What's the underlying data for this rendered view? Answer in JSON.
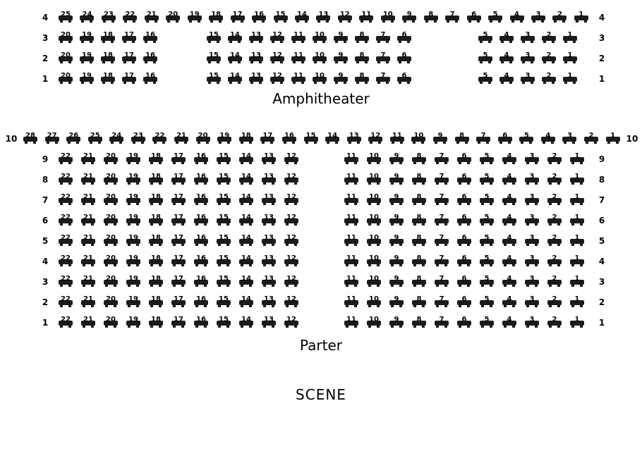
{
  "page": {
    "background_color": "#ffffff",
    "seat_color": "#1b1b1b",
    "text_color": "#000000"
  },
  "scene": {
    "label": "SCENE"
  },
  "sections": [
    {
      "id": "amphitheater",
      "title": "Amphitheater",
      "rows": [
        {
          "label": "4",
          "blocks": [
            [
              25,
              24,
              23,
              22,
              21,
              20,
              19,
              18,
              17,
              16,
              15,
              14,
              13,
              12,
              11,
              10,
              9,
              8,
              7,
              6,
              5,
              4,
              3,
              2,
              1
            ]
          ]
        },
        {
          "label": "3",
          "blocks": [
            [
              20,
              19,
              18,
              17,
              16
            ],
            [
              15,
              14,
              13,
              12,
              11,
              10,
              9,
              8,
              7,
              6
            ],
            [
              5,
              4,
              3,
              2,
              1
            ]
          ]
        },
        {
          "label": "2",
          "blocks": [
            [
              20,
              19,
              18,
              17,
              16
            ],
            [
              15,
              14,
              13,
              12,
              11,
              10,
              9,
              8,
              7,
              6
            ],
            [
              5,
              4,
              3,
              2,
              1
            ]
          ]
        },
        {
          "label": "1",
          "blocks": [
            [
              20,
              19,
              18,
              17,
              16
            ],
            [
              15,
              14,
              13,
              12,
              11,
              10,
              9,
              8,
              7,
              6
            ],
            [
              5,
              4,
              3,
              2,
              1
            ]
          ]
        }
      ]
    },
    {
      "id": "parter",
      "title": "Parter",
      "rows": [
        {
          "label": "10",
          "blocks": [
            [
              28,
              27,
              26,
              25,
              24,
              23,
              22,
              21,
              20,
              19,
              18,
              17,
              16,
              15,
              14,
              13,
              12,
              11,
              10,
              9,
              8,
              7,
              6,
              5,
              4,
              3,
              2,
              1
            ]
          ]
        },
        {
          "label": "9",
          "blocks": [
            [
              22,
              21,
              20,
              19,
              18,
              17,
              16,
              15,
              14,
              13,
              12
            ],
            [
              11,
              10,
              9,
              8,
              7,
              6,
              5,
              4,
              3,
              2,
              1
            ]
          ]
        },
        {
          "label": "8",
          "blocks": [
            [
              22,
              21,
              20,
              19,
              18,
              17,
              16,
              15,
              14,
              13,
              12
            ],
            [
              11,
              10,
              9,
              8,
              7,
              6,
              5,
              4,
              3,
              2,
              1
            ]
          ]
        },
        {
          "label": "7",
          "blocks": [
            [
              22,
              21,
              20,
              19,
              18,
              17,
              16,
              15,
              14,
              13,
              12
            ],
            [
              11,
              10,
              9,
              8,
              7,
              6,
              5,
              4,
              3,
              2,
              1
            ]
          ]
        },
        {
          "label": "6",
          "blocks": [
            [
              22,
              21,
              20,
              19,
              18,
              17,
              16,
              15,
              14,
              13,
              12
            ],
            [
              11,
              10,
              9,
              8,
              7,
              6,
              5,
              4,
              3,
              2,
              1
            ]
          ]
        },
        {
          "label": "5",
          "blocks": [
            [
              22,
              21,
              20,
              19,
              18,
              17,
              16,
              15,
              14,
              13,
              12
            ],
            [
              11,
              10,
              9,
              8,
              7,
              6,
              5,
              4,
              3,
              2,
              1
            ]
          ]
        },
        {
          "label": "4",
          "blocks": [
            [
              22,
              21,
              20,
              19,
              18,
              17,
              16,
              15,
              14,
              13,
              12
            ],
            [
              11,
              10,
              9,
              8,
              7,
              6,
              5,
              4,
              3,
              2,
              1
            ]
          ]
        },
        {
          "label": "3",
          "blocks": [
            [
              22,
              21,
              20,
              19,
              18,
              17,
              16,
              15,
              14,
              13,
              12
            ],
            [
              11,
              10,
              9,
              8,
              7,
              6,
              5,
              4,
              3,
              2,
              1
            ]
          ]
        },
        {
          "label": "2",
          "blocks": [
            [
              22,
              21,
              20,
              19,
              18,
              17,
              16,
              15,
              14,
              13,
              12
            ],
            [
              11,
              10,
              9,
              8,
              7,
              6,
              5,
              4,
              3,
              2,
              1
            ]
          ]
        },
        {
          "label": "1",
          "blocks": [
            [
              22,
              21,
              20,
              19,
              18,
              17,
              16,
              15,
              14,
              13,
              12
            ],
            [
              11,
              10,
              9,
              8,
              7,
              6,
              5,
              4,
              3,
              2,
              1
            ]
          ]
        }
      ]
    }
  ]
}
